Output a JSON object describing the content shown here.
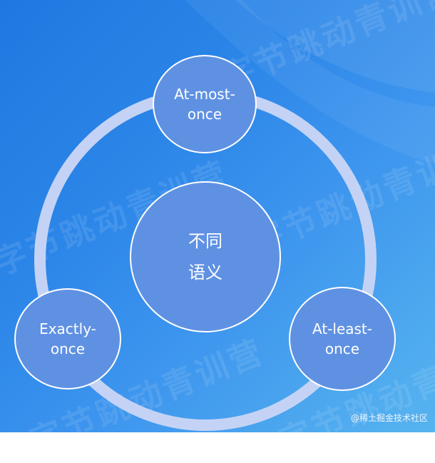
{
  "watermark": {
    "text": "字节跳动青训营"
  },
  "diagram": {
    "center": {
      "line1": "不同",
      "line2": "语义"
    },
    "top": {
      "line1": "At-most-",
      "line2": "once"
    },
    "left": {
      "line1": "Exactly-",
      "line2": "once"
    },
    "right": {
      "line1": "At-least-",
      "line2": "once"
    }
  },
  "credit": "@稀土掘金技术社区",
  "colors": {
    "background": "#2c86e8",
    "ring": "#c4d3f5",
    "node_fill": "#5f91e3",
    "node_border": "#ffffff"
  }
}
